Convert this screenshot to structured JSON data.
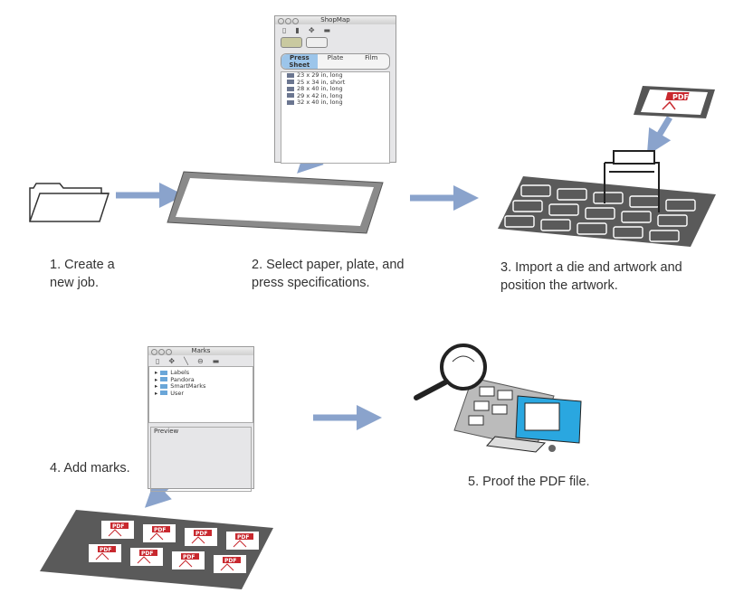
{
  "steps": [
    {
      "label_line1": "1. Create a",
      "label_line2": "new job."
    },
    {
      "label_line1": "2. Select paper, plate, and",
      "label_line2": "press specifications."
    },
    {
      "label_line1": "3. Import a die and artwork and",
      "label_line2": "position the artwork."
    },
    {
      "label_line1": "4. Add marks."
    },
    {
      "label_line1": "5. Proof the PDF file."
    }
  ],
  "shopmap_window": {
    "title": "ShopMap",
    "tabs": [
      "Press Sheet",
      "Plate",
      "Film"
    ],
    "selected_tab": "Press Sheet",
    "items": [
      "23 x 29 in, long",
      "25 x 34 in, short",
      "28 x 40 in, long",
      "29 x 42 in, long",
      "32 x 40 in, long"
    ]
  },
  "marks_window": {
    "title": "Marks",
    "folders": [
      "Labels",
      "Pandora",
      "SmartMarks",
      "User"
    ],
    "preview_label": "Preview"
  },
  "artwork_badge": "PDF",
  "colors": {
    "arrow": "#8aa3cc",
    "sheet_frame": "#777777",
    "die_sheet": "#5a5a5a",
    "pdf_red": "#c8282e",
    "imac_blue": "#2aa7e0"
  }
}
